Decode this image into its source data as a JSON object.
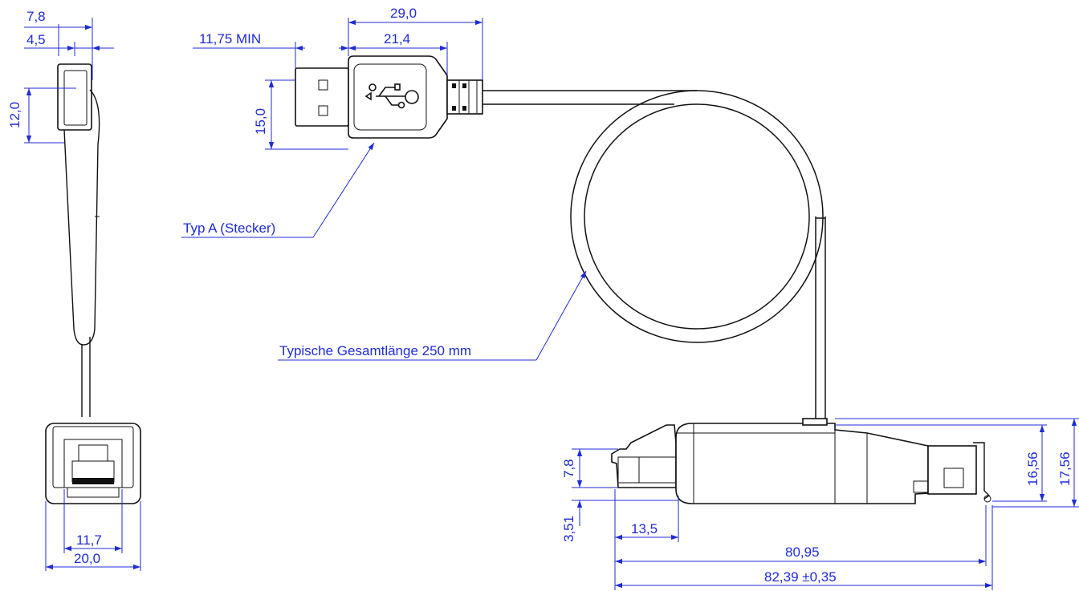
{
  "dimensions": {
    "side_width_total": "7,8",
    "side_width_inner": "4,5",
    "side_height": "12,0",
    "plug_min": "11,75  MIN",
    "plug_total": "29,0",
    "plug_body": "21,4",
    "plug_height": "15,0",
    "rj_inner": "11,7",
    "rj_outer": "20,0",
    "module_height_a": "7,8",
    "module_offset": "3,51",
    "module_len_small": "13,5",
    "module_len": "80,95",
    "module_len_total": "82,39 ±0,35",
    "module_h1": "16,56",
    "module_h2": "17,56"
  },
  "callouts": {
    "plug_type": "Typ A (Stecker)",
    "cable_length": "Typische Gesamtlänge 250 mm"
  },
  "colors": {
    "dimension": "#1f2bd6",
    "outline": "#111111"
  },
  "icons": {
    "usb_symbol": "usb-symbol-icon"
  }
}
